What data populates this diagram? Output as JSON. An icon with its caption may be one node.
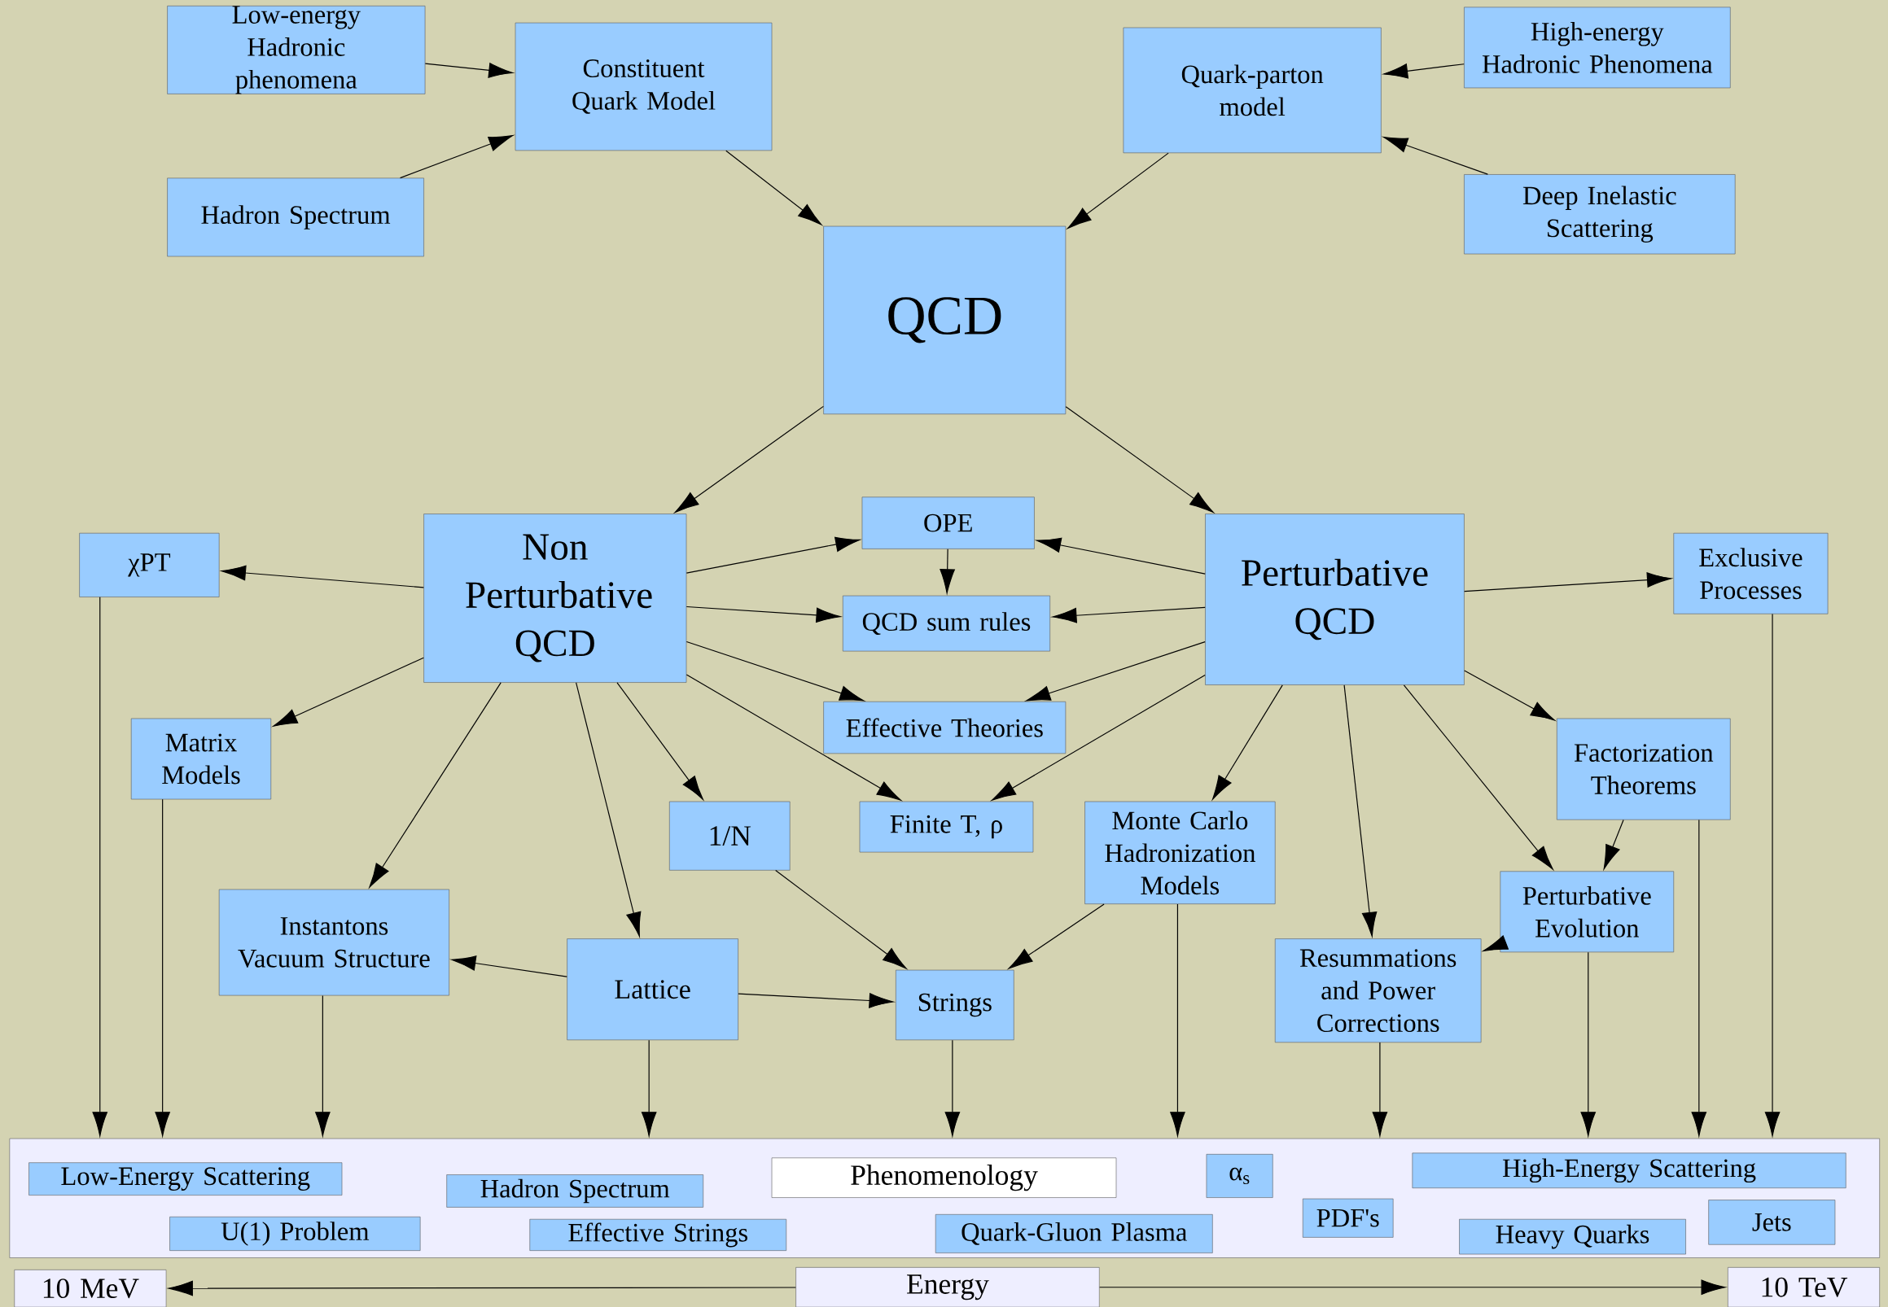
{
  "diagram": {
    "nodes": [
      {
        "text": [
          "Low-energy Hadronic phenomena"
        ]
      },
      {
        "text": [
          "Constituent Quark Model"
        ]
      },
      {
        "text": [
          "Quark-parton model"
        ]
      },
      {
        "text": [
          "High-energy Hadronic Phenomena"
        ]
      },
      {
        "text": [
          "Hadron Spectrum"
        ]
      },
      {
        "text": [
          "Deep Inelastic Scattering"
        ]
      },
      {
        "text": [
          "QCD"
        ]
      },
      {
        "text": [
          "χPT"
        ]
      },
      {
        "text": [
          "Non Perturbative QCD"
        ]
      },
      {
        "text": [
          "OPE"
        ]
      },
      {
        "text": [
          "QCD sum rules"
        ]
      },
      {
        "text": [
          "Perturbative QCD"
        ]
      },
      {
        "text": [
          "Exclusive Processes"
        ]
      },
      {
        "text": [
          "Effective Theories"
        ]
      },
      {
        "text": [
          "Matrix Models"
        ]
      },
      {
        "text": [
          "1/N"
        ]
      },
      {
        "text": [
          "Finite T, ρ"
        ]
      },
      {
        "text": [
          "Monte Carlo Hadronization Models"
        ]
      },
      {
        "text": [
          "Factorization Theorems"
        ]
      },
      {
        "text": [
          "Instantons Vacuum Structure"
        ]
      },
      {
        "text": [
          "Lattice"
        ]
      },
      {
        "text": [
          "Strings"
        ]
      },
      {
        "text": [
          "Perturbative Evolution"
        ]
      },
      {
        "text": [
          "Resummations and Power Corrections"
        ]
      },
      {
        "text": [
          "Phenomenology"
        ]
      },
      {
        "text": [
          "Low-Energy Scattering"
        ],
        "in": 24
      },
      {
        "text": [
          "Hadron Spectrum"
        ],
        "in": 24
      },
      {
        "text": [
          "α$_{s}$"
        ],
        "in": 24
      },
      {
        "text": [
          "High-Energy Scattering"
        ],
        "in": 24
      },
      {
        "text": [
          "U(1) Problem"
        ],
        "in": 24
      },
      {
        "text": [
          "Effective Strings"
        ],
        "in": 24
      },
      {
        "text": [
          "Quark-Gluon Plasma"
        ],
        "in": 24
      },
      {
        "text": [
          "PDF's"
        ],
        "in": 24
      },
      {
        "text": [
          "Heavy Quarks"
        ],
        "in": 24
      },
      {
        "text": [
          "Jets"
        ],
        "in": 24
      },
      {
        "text": [
          "10 MeV"
        ]
      },
      {
        "text": [
          "Energy"
        ]
      },
      {
        "text": [
          "10 TeV"
        ]
      }
    ],
    "edges": [
      {
        "from": 0,
        "to": 1,
        "arrow": "to"
      },
      {
        "from": 4,
        "to": 1,
        "arrow": "to"
      },
      {
        "from": 3,
        "to": 2,
        "arrow": "to"
      },
      {
        "from": 5,
        "to": 2,
        "arrow": "to"
      },
      {
        "from": 1,
        "to": 6,
        "arrow": "to"
      },
      {
        "from": 2,
        "to": 6,
        "arrow": "to"
      },
      {
        "from": 6,
        "to": 8,
        "arrow": "to"
      },
      {
        "from": 6,
        "to": 11,
        "arrow": "to"
      },
      {
        "from": 8,
        "to": 7,
        "arrow": "to"
      },
      {
        "from": 8,
        "to": 9,
        "arrow": "to"
      },
      {
        "from": 8,
        "to": 10,
        "arrow": "to"
      },
      {
        "from": 8,
        "to": 13,
        "arrow": "to"
      },
      {
        "from": 8,
        "to": 14,
        "arrow": "to"
      },
      {
        "from": 8,
        "to": 19,
        "arrow": "to"
      },
      {
        "from": 8,
        "to": 20,
        "arrow": "to"
      },
      {
        "from": 8,
        "to": 15,
        "arrow": "to"
      },
      {
        "from": 8,
        "to": 16,
        "arrow": "to"
      },
      {
        "from": 9,
        "to": 10,
        "arrow": "to"
      },
      {
        "from": 11,
        "to": 9,
        "arrow": "to"
      },
      {
        "from": 11,
        "to": 10,
        "arrow": "to"
      },
      {
        "from": 11,
        "to": 13,
        "arrow": "to"
      },
      {
        "from": 11,
        "to": 16,
        "arrow": "to"
      },
      {
        "from": 11,
        "to": 17,
        "arrow": "to"
      },
      {
        "from": 11,
        "to": 23,
        "arrow": "to"
      },
      {
        "from": 11,
        "to": 22,
        "arrow": "to"
      },
      {
        "from": 11,
        "to": 18,
        "arrow": "to"
      },
      {
        "from": 11,
        "to": 12,
        "arrow": "to"
      },
      {
        "from": 18,
        "to": 22,
        "arrow": "to"
      },
      {
        "from": 22,
        "to": 23,
        "arrow": "to"
      },
      {
        "from": 20,
        "to": 19,
        "arrow": "to"
      },
      {
        "from": 20,
        "to": 21,
        "arrow": "to"
      },
      {
        "from": 15,
        "to": 21,
        "arrow": "to"
      },
      {
        "from": 17,
        "to": 21,
        "arrow": "to"
      },
      {
        "from": 7,
        "to": 24,
        "arrow": "to"
      },
      {
        "from": 14,
        "to": 24,
        "arrow": "to"
      },
      {
        "from": 19,
        "to": 24,
        "arrow": "to"
      },
      {
        "from": 20,
        "to": 24,
        "arrow": "to"
      },
      {
        "from": 21,
        "to": 24,
        "arrow": "to"
      },
      {
        "from": 17,
        "to": 24,
        "arrow": "to"
      },
      {
        "from": 23,
        "to": 24,
        "arrow": "to"
      },
      {
        "from": 22,
        "to": 24,
        "arrow": "to"
      },
      {
        "from": 18,
        "to": 24,
        "arrow": "to"
      },
      {
        "from": 12,
        "to": 24,
        "arrow": "to"
      },
      {
        "from": 36,
        "to": 35,
        "arrow": "to"
      },
      {
        "from": 36,
        "to": 37,
        "arrow": "to"
      }
    ]
  }
}
